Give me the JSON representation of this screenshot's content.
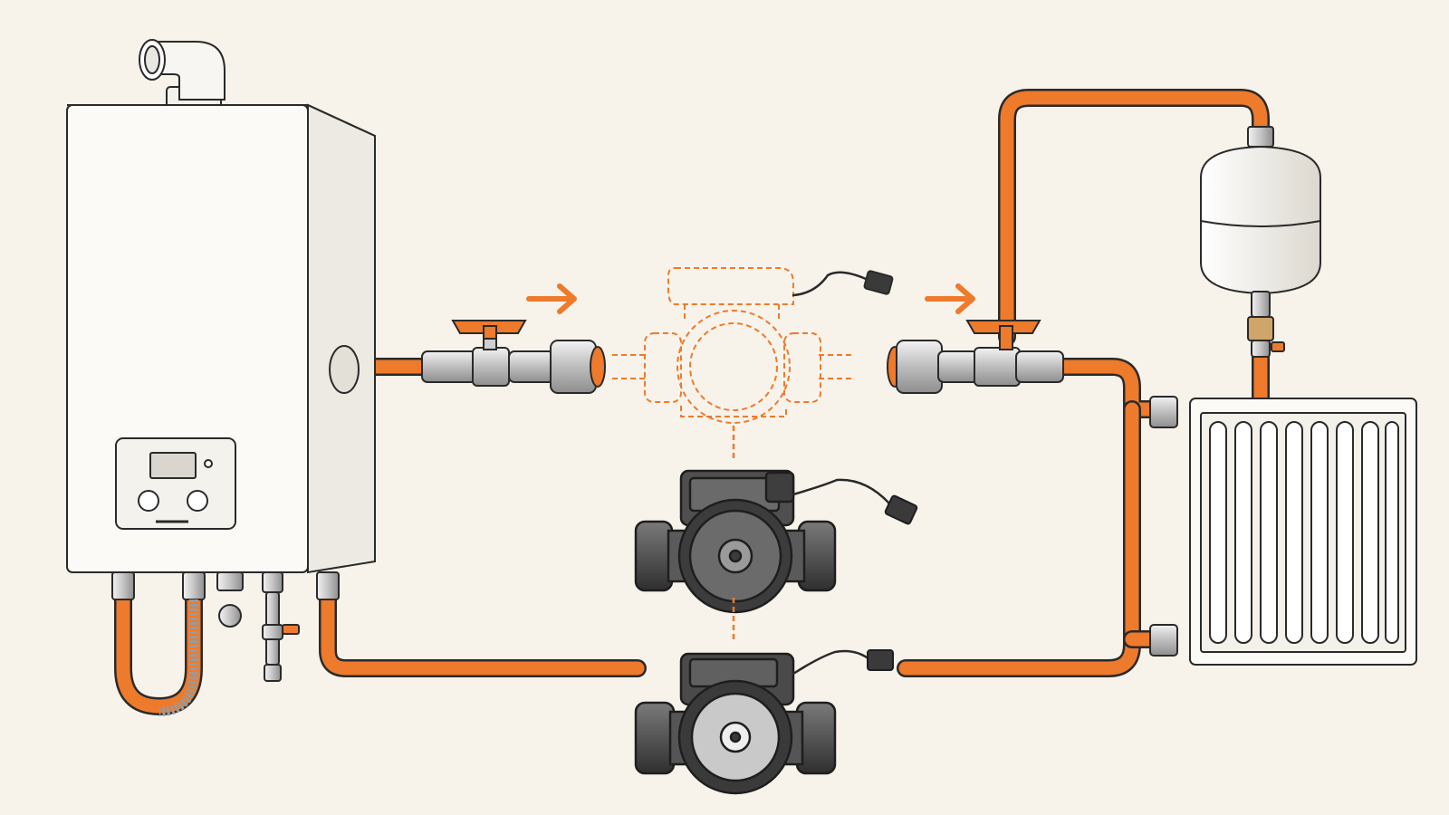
{
  "diagram": {
    "description_free": true,
    "colors": {
      "background": "#f8f3ea",
      "pipe": "#ee7a2c",
      "outline": "#2a2a2a",
      "appliance": "#fbfaf6",
      "metal": "#d9d9d9",
      "pump_dark": "#4a4a4a",
      "pump_face": "#bdbdbd",
      "ghost": "#ee7a2c"
    },
    "components": [
      {
        "id": "boiler",
        "icon": "wall-boiler-icon"
      },
      {
        "id": "boiler-display",
        "icon": "lcd-display-icon"
      },
      {
        "id": "boiler-knobs",
        "icon": "knob-icon"
      },
      {
        "id": "flue",
        "icon": "flue-elbow-icon"
      },
      {
        "id": "valve-left",
        "icon": "ball-valve-icon"
      },
      {
        "id": "valve-right",
        "icon": "ball-valve-icon"
      },
      {
        "id": "pump-ghost",
        "icon": "pump-outline-icon"
      },
      {
        "id": "pump-old",
        "icon": "worn-pump-icon"
      },
      {
        "id": "pump-new",
        "icon": "circulation-pump-icon"
      },
      {
        "id": "expansion-vessel",
        "icon": "expansion-tank-icon"
      },
      {
        "id": "radiator",
        "icon": "radiator-icon"
      },
      {
        "id": "arrow-left",
        "icon": "arrow-right-icon"
      },
      {
        "id": "arrow-right",
        "icon": "arrow-right-icon"
      }
    ]
  }
}
